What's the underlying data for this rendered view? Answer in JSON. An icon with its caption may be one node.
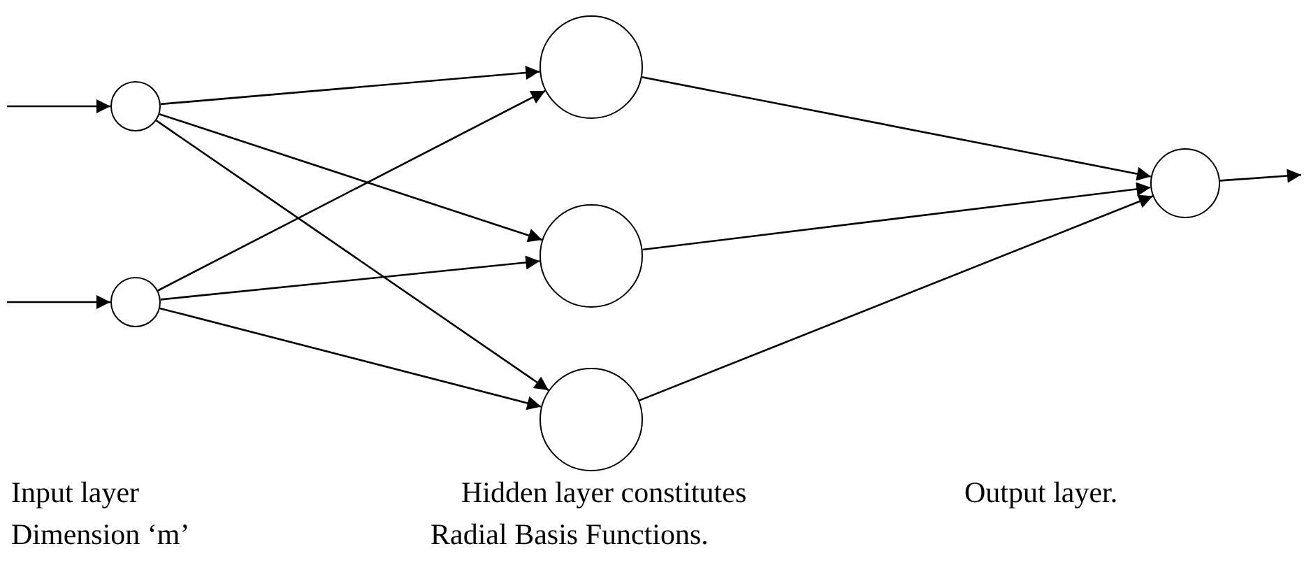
{
  "diagram": {
    "nodes": [
      {
        "text": [],
        "shape": "circle"
      },
      {
        "text": [],
        "shape": "circle"
      },
      {
        "text": [],
        "shape": "circle"
      },
      {
        "text": [],
        "shape": "circle"
      },
      {
        "text": [],
        "shape": "circle"
      },
      {
        "text": [],
        "shape": "circle"
      }
    ],
    "edges": [
      {
        "from": null,
        "to": 0,
        "arrow": "to"
      },
      {
        "from": null,
        "to": 1,
        "arrow": "to"
      },
      {
        "from": 0,
        "to": 2,
        "arrow": "to"
      },
      {
        "from": 0,
        "to": 3,
        "arrow": "to"
      },
      {
        "from": 0,
        "to": 4,
        "arrow": "to"
      },
      {
        "from": 1,
        "to": 2,
        "arrow": "to"
      },
      {
        "from": 1,
        "to": 3,
        "arrow": "to"
      },
      {
        "from": 1,
        "to": 4,
        "arrow": "to"
      },
      {
        "from": 2,
        "to": 5,
        "arrow": "to"
      },
      {
        "from": 3,
        "to": 5,
        "arrow": "to"
      },
      {
        "from": 4,
        "to": 5,
        "arrow": "to"
      },
      {
        "from": 5,
        "to": null,
        "arrow": "to"
      }
    ],
    "labels": [
      "Input layer",
      "Hidden layer constitutes",
      "Output layer.",
      "Dimension ‘m’",
      "Radial Basis Functions."
    ]
  }
}
